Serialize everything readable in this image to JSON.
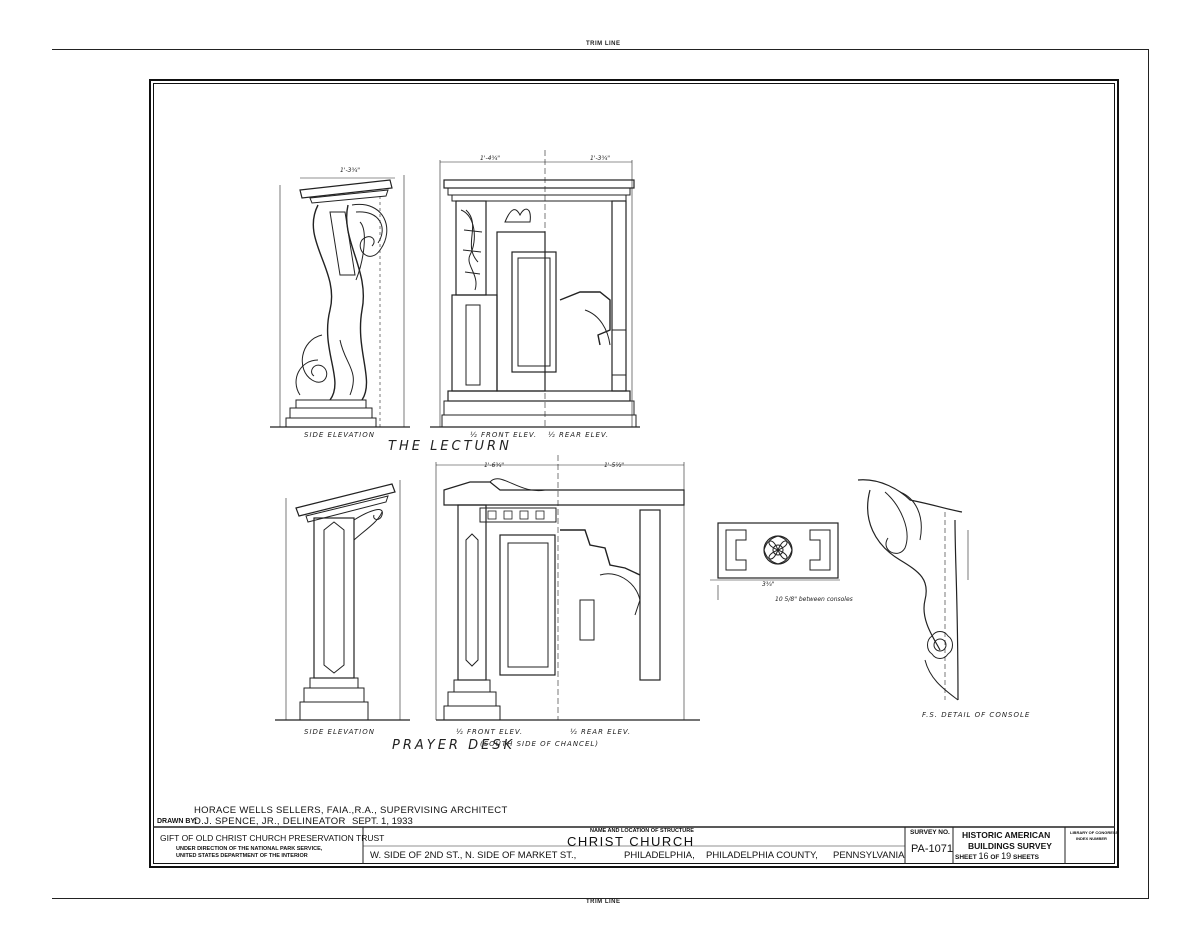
{
  "trim_line_top": "TRIM LINE",
  "trim_line_bottom": "TRIM LINE",
  "drawings": {
    "lectern_side_caption": "SIDE ELEVATION",
    "lectern_front_caption": "½ FRONT ELEV.",
    "lectern_rear_caption": "½ REAR ELEV.",
    "lectern_title": "THE LECTURN",
    "desk_side_caption": "SIDE ELEVATION",
    "desk_front_caption": "½ FRONT ELEV.",
    "desk_rear_caption": "½ REAR ELEV.",
    "desk_title": "PRAYER DESK",
    "desk_subtitle": "(SOUTH SIDE OF CHANCEL)",
    "panel_note": "10 5/8\" between consoles",
    "console_caption": "F.S. DETAIL OF CONSOLE",
    "dim_lectern_side_top": "1'-3¾\"",
    "dim_lectern_front_left": "1'-4¾\"",
    "dim_lectern_front_right": "1'-3¾\"",
    "dim_desk_front_left": "1'-6¾\"",
    "dim_desk_front_right": "1'-5½\"",
    "dim_panel": "3¾\""
  },
  "credits": {
    "architect": "HORACE WELLS SELLERS, FAIA.,R.A., SUPERVISING ARCHITECT",
    "drawn_by_label": "DRAWN BY:",
    "drawn_by": "D.J. SPENCE, JR., DELINEATOR",
    "date": "SEPT. 1, 1933"
  },
  "title_block": {
    "gift": "GIFT OF OLD CHRIST CHURCH PRESERVATION TRUST",
    "direction_1": "UNDER DIRECTION OF THE NATIONAL PARK SERVICE,",
    "direction_2": "UNITED STATES DEPARTMENT OF THE INTERIOR",
    "name_label": "NAME AND LOCATION OF STRUCTURE",
    "structure_name": "CHRIST CHURCH",
    "location_street": "W. SIDE OF 2ND ST., N. SIDE OF MARKET ST.,",
    "location_city": "PHILADELPHIA,",
    "location_county": "PHILADELPHIA COUNTY,",
    "location_state": "PENNSYLVANIA",
    "survey_label": "SURVEY NO.",
    "survey_no": "PA-1071",
    "habs_1": "HISTORIC AMERICAN",
    "habs_2": "BUILDINGS SURVEY",
    "sheet_label": "SHEET",
    "sheet_no": "16",
    "of_label": "OF",
    "sheet_total": "19",
    "sheets_label": "SHEETS",
    "loc_1": "LIBRARY OF CONGRESS",
    "loc_2": "INDEX NUMBER"
  }
}
